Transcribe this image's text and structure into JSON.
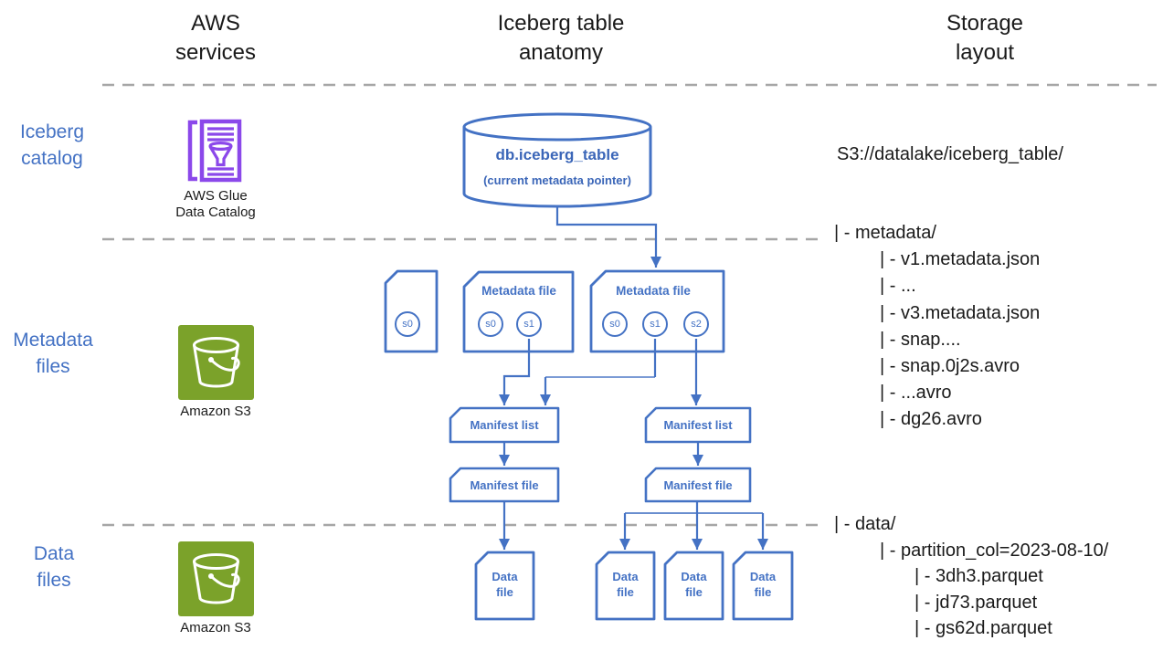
{
  "colors": {
    "diagram_blue": "#4472C4",
    "label_blue": "#4472C4",
    "dash_gray": "#A6A6A6",
    "text_black": "#1A1A1A",
    "glue_purple": "#8B48EA",
    "s3_green": "#7BA22A"
  },
  "headers": {
    "aws_services": "AWS\nservices",
    "iceberg_anatomy": "Iceberg table\nanatomy",
    "storage_layout": "Storage\nlayout"
  },
  "rows": {
    "catalog": {
      "label": "Iceberg\ncatalog",
      "service_caption": "AWS Glue\nData Catalog"
    },
    "metadata": {
      "label": "Metadata\nfiles",
      "service_caption": "Amazon S3"
    },
    "data": {
      "label": "Data\nfiles",
      "service_caption": "Amazon S3"
    }
  },
  "diagram": {
    "catalog_db": {
      "title": "db.iceberg_table",
      "subtitle": "(current metadata pointer)"
    },
    "metadata_files": [
      {
        "label": "",
        "snapshots": [
          "s0"
        ]
      },
      {
        "label": "Metadata file",
        "snapshots": [
          "s0",
          "s1"
        ]
      },
      {
        "label": "Metadata file",
        "snapshots": [
          "s0",
          "s1",
          "s2"
        ]
      }
    ],
    "manifest_lists": [
      "Manifest list",
      "Manifest list"
    ],
    "manifest_files": [
      "Manifest file",
      "Manifest file"
    ],
    "data_files": [
      "Data\nfile",
      "Data\nfile",
      "Data\nfile",
      "Data\nfile"
    ]
  },
  "storage": {
    "root": "S3://datalake/iceberg_table/",
    "metadata_lines": [
      "| - metadata/",
      "| - v1.metadata.json",
      "| - ...",
      "| - v3.metadata.json",
      "| - snap....",
      "| - snap.0j2s.avro",
      "| - ...avro",
      "| - dg26.avro"
    ],
    "data_lines": [
      "| - data/",
      "| - partition_col=2023-08-10/",
      "| - 3dh3.parquet",
      "| - jd73.parquet",
      "| - gs62d.parquet"
    ]
  }
}
